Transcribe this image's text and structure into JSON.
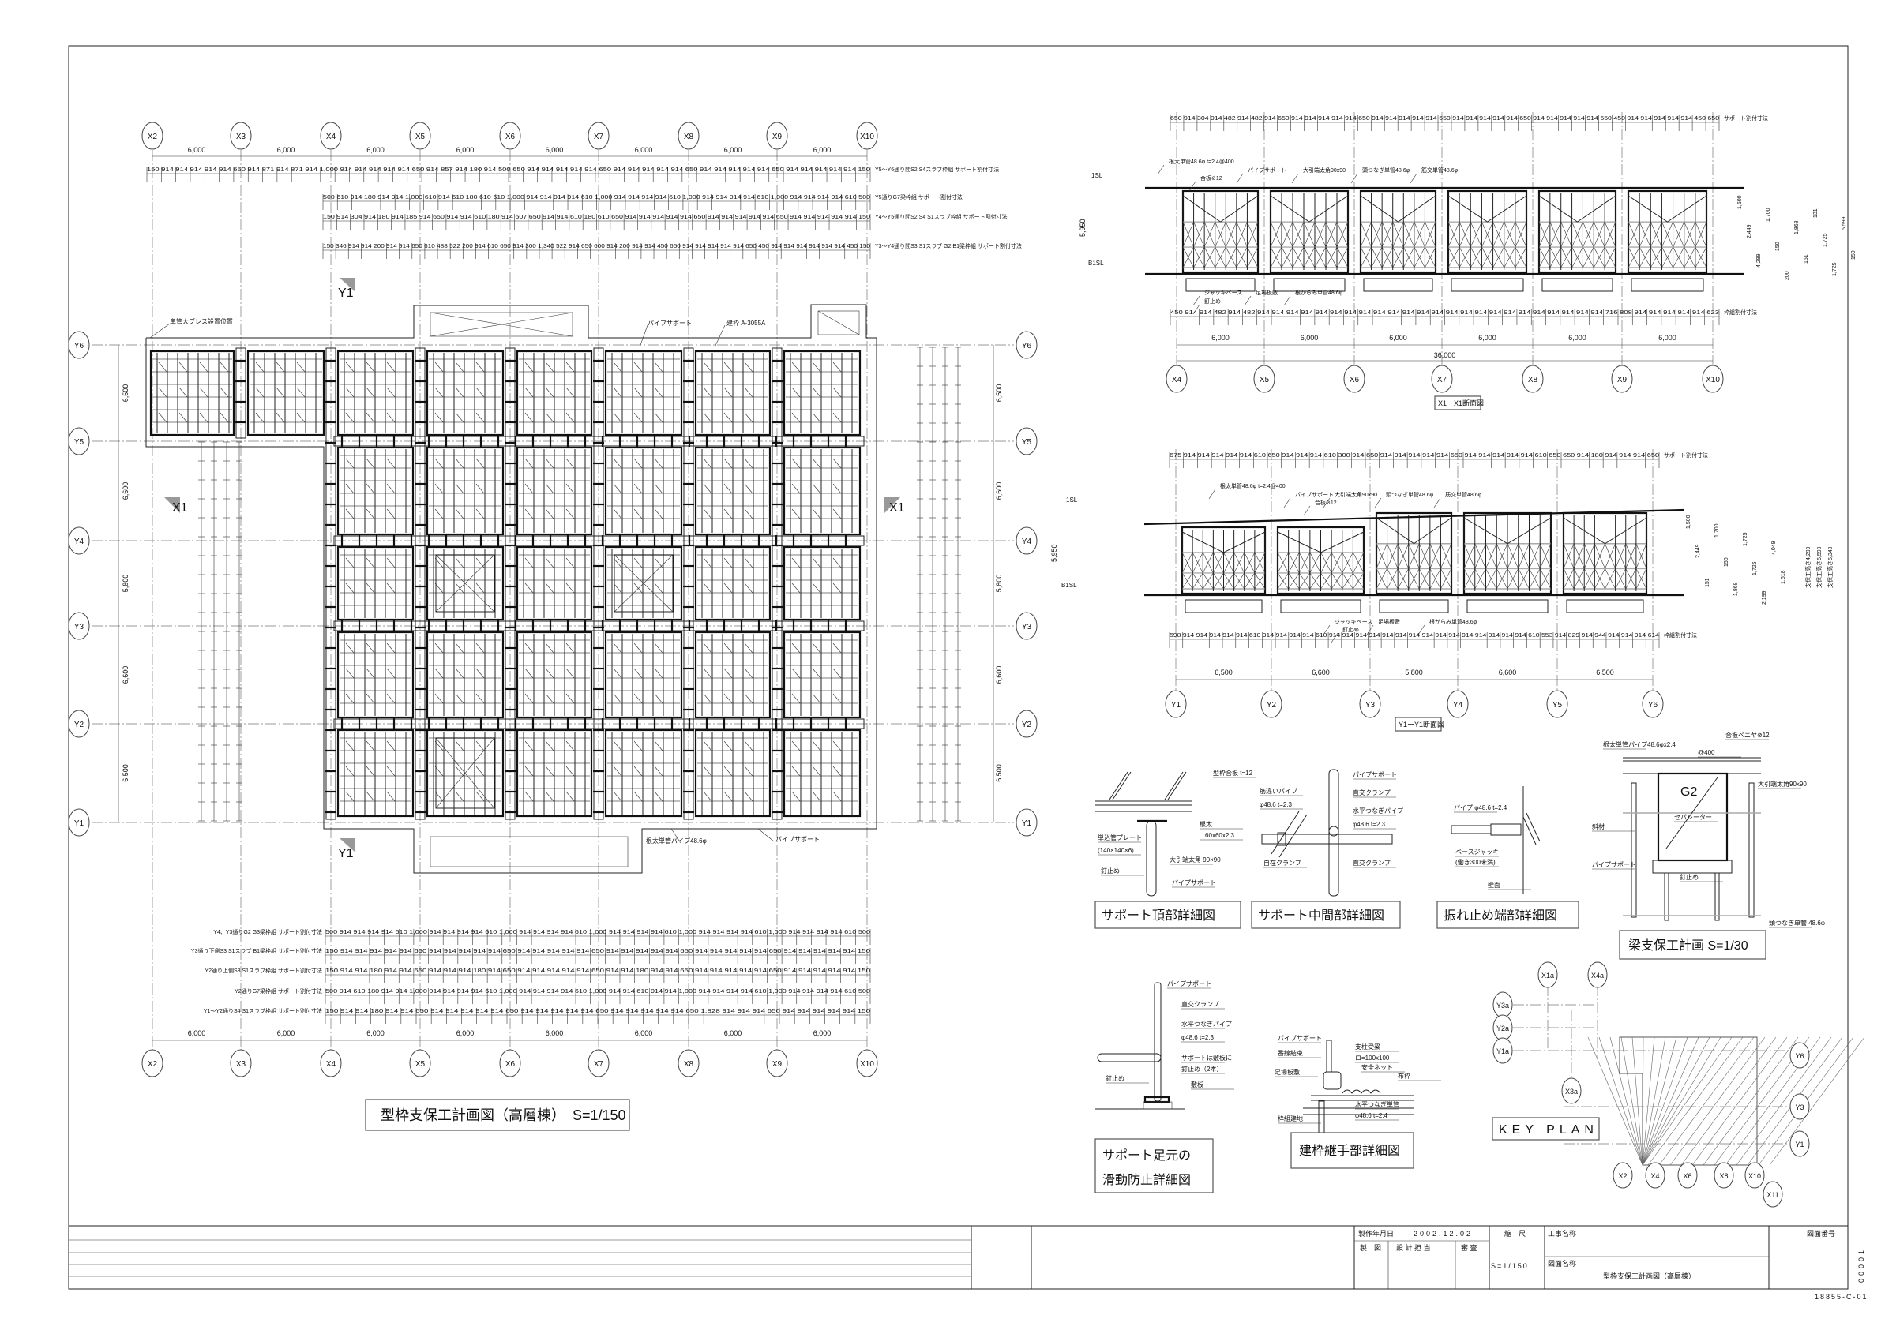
{
  "plan": {
    "title": "型枠支保工計画図（高層棟）　S=1/150",
    "x_axes": [
      "X2",
      "X3",
      "X4",
      "X5",
      "X6",
      "X7",
      "X8",
      "X9",
      "X10"
    ],
    "y_axes": [
      "Y6",
      "Y5",
      "Y4",
      "Y3",
      "Y2",
      "Y1"
    ],
    "x_spans": [
      "6,000",
      "6,000",
      "6,000",
      "6,000",
      "6,000",
      "6,000",
      "6,000",
      "6,000"
    ],
    "y_spans": [
      "6,500",
      "6,600",
      "5,800",
      "6,600",
      "6,500"
    ],
    "section_marks": {
      "x1_left": "X1",
      "x1_right": "X1",
      "y1_top": "Y1",
      "y1_bottom": "Y1"
    },
    "callouts": {
      "brace": "単管大ブレス設置位置",
      "pipe_support_top": "パイプサポート",
      "frame": "建枠 A-3055A",
      "joist": "根太単管パイプ48.6φ",
      "pipe_support_bottom": "パイプサポート"
    },
    "top_dims": [
      {
        "caption": "Y5〜Y6通り間S2 S4スラブ枠組 サポート割付寸法",
        "values": "150 914 914 914 914 914 650 914 871 914 871 914 1,000 914 914 914 914 914 650 914 857 914 180 914 500 650 914 914 914 914 914 650 914 914 914 914 914 650 914 914 914 914 914 650 914 914 914 914 914 150"
      },
      {
        "caption": "Y5通りG7梁枠組 サポート割付寸法",
        "values": "500 610 914 180 914 914 1,000 610 914 610 180 610 610 1,000 914 914 914 914 610 1,000 914 914 914 914 610 1,000 914 914 914 914 610 1,000 914 914 914 914 610 500"
      },
      {
        "caption": "Y4〜Y5通り間S2 S4 S1スラブ枠組 サポート割付寸法",
        "values": "150 914 304 914 180 914 185 914 650 914 914 610 180 914 607 650 914 914 610 180 610 650 914 914 914 914 914 650 914 914 914 914 914 650 914 914 914 914 914 150"
      },
      {
        "caption": "Y3〜Y4通り間S3 S1スラブ G2 B1梁枠組 サポート割付寸法",
        "values": "150 346 914 914 200 914 914 650 610 488 522 200 914 610 650 914 300 1,340 522 914 650 600 914 200 914 914 450 650 914 914 914 914 914 650 450 914 914 914 914 914 914 450 150"
      }
    ],
    "bottom_dims": [
      {
        "caption": "Y4、Y3通りG2 G3梁枠組 サポート割付寸法",
        "values": "500 914 914 914 914 610 1,000 914 914 914 914 610 1,000 914 914 914 914 610 1,000 914 914 914 914 610 1,000 914 914 914 914 610 1,000 914 914 914 914 610 500"
      },
      {
        "caption": "Y3通り下側S3 S1スラブ B1梁枠組 サポート割付寸法",
        "values": "150 914 914 914 914 914 650 914 914 914 914 914 650 914 914 914 914 914 650 914 914 914 914 914 650 914 914 914 914 914 650 914 914 914 914 914 150"
      },
      {
        "caption": "Y2通り上側S3 S1スラブ枠組 サポート割付寸法",
        "values": "150 914 914 180 914 914 650 914 914 914 180 914 650 914 914 914 914 914 650 914 914 180 914 914 650 914 914 914 914 914 650 914 914 914 914 914 150"
      },
      {
        "caption": "Y2通りG7梁枠組 サポート割付寸法",
        "values": "500 914 610 180 914 914 1,000 914 914 914 914 610 1,000 914 914 914 914 610 1,000 914 914 610 914 914 1,000 914 914 914 914 610 1,000 914 914 914 914 610 500"
      },
      {
        "caption": "Y1〜Y2通りS4 S1スラブ枠組 サポート割付寸法",
        "values": "150 914 914 180 914 914 650 914 914 914 914 914 650 914 914 914 914 914 650 914 914 914 914 914 650 1,828 914 914 914 650 914 914 914 914 914 150"
      }
    ]
  },
  "section_x1": {
    "title": "X1ーX1断面図",
    "axes": [
      "X4",
      "X5",
      "X6",
      "X7",
      "X8",
      "X9",
      "X10"
    ],
    "spans": [
      "6,000",
      "6,000",
      "6,000",
      "6,000",
      "6,000",
      "6,000"
    ],
    "total": "36,000",
    "support_row": {
      "caption": "サポート割付寸法",
      "values": "650 914 304 914 482 914 482 914 650 914 914 914 914 914 650 914 914 914 914 914 650 914 914 914 914 914 650 914 914 914 914 914 650 450 914 914 914 914 914 450 650"
    },
    "frame_row": {
      "caption": "枠組割付寸法",
      "values": "450 914 914 482 914 482 914 914 914 914 914 914 914 914 914 914 914 914 914 914 914 914 914 914 914 914 914 914 914 914 716 808 914 914 914 914 914 623"
    },
    "level_top": "1SL",
    "level_bottom": "B1SL",
    "height_total": "5,950",
    "heights": [
      "1,500",
      "2,449",
      "4,299",
      "1,700",
      "150",
      "200",
      "1,868",
      "151",
      "131",
      "1,725",
      "1,725",
      "5,599",
      "150"
    ],
    "labels": [
      "根太単管48.6φ t=2.4@400",
      "合板⊘12",
      "パイプサポート",
      "大引端太角90x90",
      "頭つなぎ単管48.6φ",
      "筋交単管48.6φ",
      "ジャッキベース",
      "釘止め",
      "足場板敷",
      "根がらみ単管48.6φ"
    ]
  },
  "section_y1": {
    "title": "Y1ーY1断面図",
    "axes": [
      "Y1",
      "Y2",
      "Y3",
      "Y4",
      "Y5",
      "Y6"
    ],
    "spans": [
      "6,500",
      "6,600",
      "5,800",
      "6,600",
      "6,500"
    ],
    "support_row": {
      "caption": "サポート割付寸法",
      "values": "675 914 914 914 914 914 610 650 914 914 914 610 300 914 650 914 914 914 914 914 650 914 914 914 914 914 610 650 650 914 180 914 914 914 650"
    },
    "frame_row": {
      "caption": "枠組割付寸法",
      "values": "598 914 914 914 914 914 610 914 914 914 914 610 914 914 914 914 914 914 914 914 914 914 914 914 914 914 914 610 553 914 829 914 944 914 914 914 614"
    },
    "level_top": "1SL",
    "level_bottom": "B1SL",
    "height_total": "5,950",
    "heights": [
      "1,500",
      "2,449",
      "151",
      "1,700",
      "150",
      "1,868",
      "1,725",
      "1,725",
      "2,199",
      "4,049",
      "1,618"
    ],
    "height_notes": [
      "支保工高さ4,299",
      "支保工高さ5,599",
      "支保工高さ5,349"
    ],
    "labels": [
      "根太単管48.6φ t=2.4@400",
      "パイプサポート",
      "大引端太角90x90",
      "合板⊘12",
      "頭つなぎ単管48.6φ",
      "筋交単管48.6φ",
      "ジャッキベース",
      "釘止め",
      "足場板敷",
      "根がらみ単管48.6φ"
    ]
  },
  "details": {
    "top": {
      "title": "サポート頂部詳細図",
      "labels": [
        "型枠合板 t=12",
        "根太",
        "□ 60x60x2.3",
        "単込管プレート",
        "(140×140×6)",
        "大引端太角 90×90",
        "釘止め",
        "パイプサポート"
      ]
    },
    "middle": {
      "title": "サポート中間部詳細図",
      "labels": [
        "パイプサポート",
        "筋違いパイプ",
        "φ48.6 t=2.3",
        "直交クランプ",
        "水平つなぎパイプ",
        "φ48.6 t=2.3",
        "自在クランプ",
        "直交クランプ"
      ]
    },
    "brace_end": {
      "title": "振れ止め端部詳細図",
      "labels": [
        "パイプ φ48.6 t=2.4",
        "ベースジャッキ",
        "(働き300未満)",
        "壁面"
      ]
    },
    "beam": {
      "title": "梁支保工計画 S=1/30",
      "beam_mark": "G2",
      "labels": [
        "根太単管パイプ48.6φx2.4",
        "@400",
        "合板ベニヤ⊘12",
        "大引端太角90x90",
        "セパレーター",
        "斜材",
        "パイプサポート",
        "釘止め",
        "頭つなぎ単管 48.6φ"
      ]
    },
    "foot": {
      "title_line1": "サポート足元の",
      "title_line2": "滑動防止詳細図",
      "labels": [
        "パイプサポート",
        "直交クランプ",
        "水平つなぎパイプ",
        "φ48.6 t=2.3",
        "サポートは敷板に",
        "釘止め（2本）",
        "釘止め",
        "敷板"
      ]
    },
    "joint": {
      "title": "建枠継手部詳細図",
      "labels": [
        "パイプサポート",
        "番線結束",
        "足場板敷",
        "枠組建地",
        "支柱受梁",
        "ロ=100x100",
        "安全ネット",
        "布枠",
        "水平つなぎ単管",
        "φ48.6 t=2.4"
      ]
    }
  },
  "key_plan": {
    "title": "KEY PLAN",
    "marks": [
      "X1a",
      "X4a",
      "Y3a",
      "Y2a",
      "Y1a",
      "X3a",
      "Y6",
      "Y3",
      "Y1",
      "X2",
      "X4",
      "X6",
      "X8",
      "X10",
      "X11"
    ]
  },
  "title_block": {
    "date_label": "製作年月日",
    "date": "2002.12.02",
    "scale_label": "縮　尺",
    "scale": "S=1/150",
    "drafting": "製　図",
    "design": "設 計 担 当",
    "review": "審 査",
    "project_label": "工事名称",
    "drawing_name_label": "図面名称",
    "drawing_name": "型枠支保工計画図（高層棟）",
    "drawing_no_label": "図面番号",
    "sheet_no": "00001",
    "drawing_no": "18855-C-01"
  }
}
